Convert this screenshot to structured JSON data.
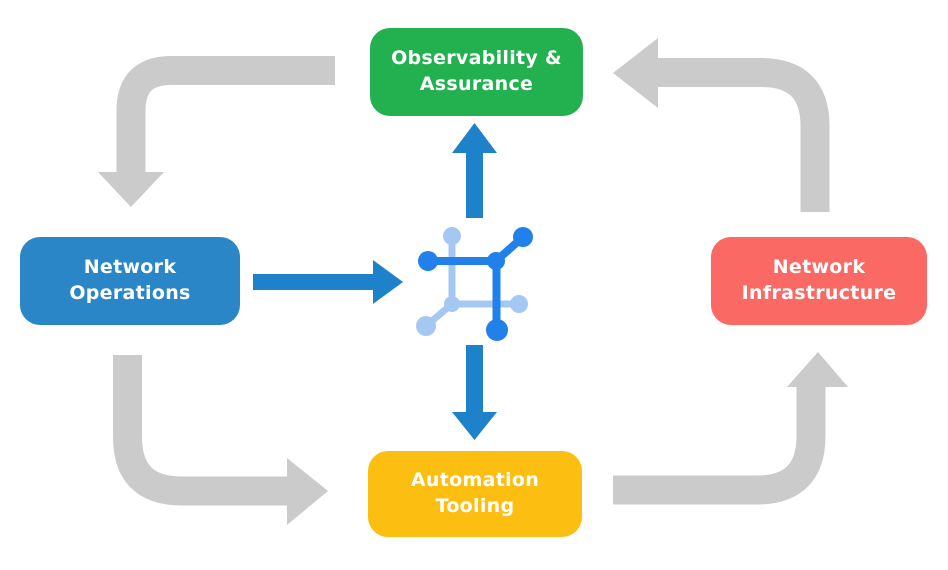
{
  "colors": {
    "background": "#ffffff",
    "arrow_gray": "#cbcbcb",
    "arrow_blue": "#1d82c9",
    "icon_blue_dark": "#2180ea",
    "icon_blue_light": "#a5c8f3",
    "node_green": "#23b04f",
    "node_blue": "#2a86c7",
    "node_red": "#fa6964",
    "node_yellow": "#fdbe12",
    "text_white": "#ffffff"
  },
  "nodes": {
    "observability": {
      "label": "Observability &\nAssurance",
      "color": "#23b04f"
    },
    "operations": {
      "label": "Network\nOperations",
      "color": "#2a86c7"
    },
    "infrastructure": {
      "label": "Network\nInfrastructure",
      "color": "#fa6964"
    },
    "automation": {
      "label": "Automation\nTooling",
      "color": "#fdbe12"
    }
  },
  "center_icon": {
    "name": "network-mesh-icon"
  },
  "flows": [
    {
      "from": "observability-assurance",
      "to": "network-operations",
      "style": "gray-elbow-arrow"
    },
    {
      "from": "network-infrastructure",
      "to": "observability-assurance",
      "style": "gray-elbow-arrow"
    },
    {
      "from": "network-operations",
      "to": "automation-tooling",
      "style": "gray-elbow-arrow"
    },
    {
      "from": "automation-tooling",
      "to": "network-infrastructure",
      "style": "gray-elbow-arrow"
    },
    {
      "from": "network-operations",
      "to": "center-icon",
      "style": "blue-straight-arrow"
    },
    {
      "from": "center-icon",
      "to": "observability-assurance",
      "style": "blue-straight-arrow"
    },
    {
      "from": "center-icon",
      "to": "automation-tooling",
      "style": "blue-straight-arrow"
    }
  ]
}
